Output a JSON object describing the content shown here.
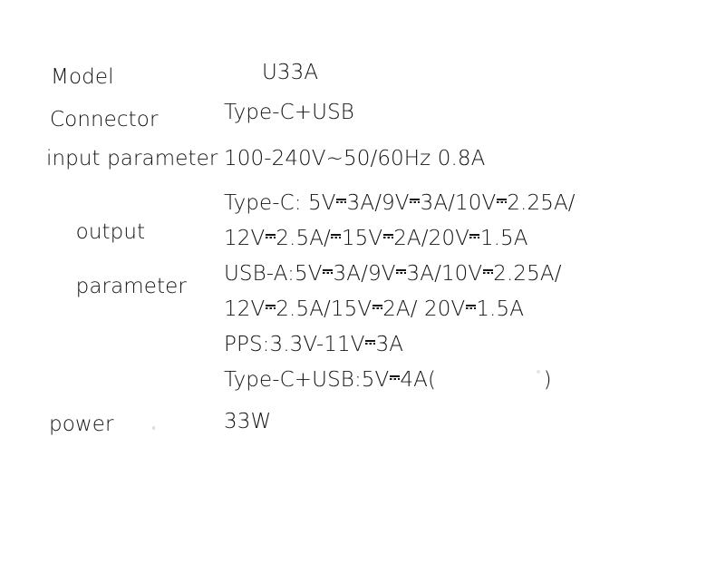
{
  "document": {
    "type": "product-specification-table",
    "background_color": "#ffffff",
    "text_color": "#141414"
  },
  "rows": [
    {
      "label": "Model",
      "value": "U33A"
    },
    {
      "label": "Connector",
      "value": "Type-C+USB"
    },
    {
      "label": "input parameter",
      "value": "100-240V~50/60Hz 0.8A"
    },
    {
      "label": "output parameter"
    },
    {
      "label": "power",
      "value": "33W"
    }
  ],
  "labels": {
    "model": "Model",
    "connector": "Connector",
    "input_parameter": "input parameter",
    "output_parameter_line1": "output",
    "output_parameter_line2": "parameter",
    "power": "power"
  },
  "values": {
    "model": "U33A",
    "connector": "Type-C+USB",
    "input_parameter": "100-240V~50/60Hz 0.8A",
    "power": "33W"
  },
  "output_parameter": {
    "full_text": "Type-C: 5V⎓3A/9V⎓3A/10V⎓2.25A/12V⎓2.5A/⎓15V⎓2A/20V⎓1.5A  USB-A:5V⎓3A/9V⎓3A/10V⎓2.25A/12V⎓2.5A/15V⎓2A/ 20V⎓1.5A  PPS:3.3V-11V⎓3A  Type-C+USB:5V⎓4A(   )",
    "lines": [
      {
        "id": "type-c-line-1",
        "segments": [
          "Type-C: 5V",
          "DC",
          "3A/9V",
          "DC",
          "3A/10V",
          "DC",
          "2.25A/"
        ]
      },
      {
        "id": "type-c-line-2",
        "segments": [
          "12V",
          "DC",
          "2.5A/",
          "DC",
          "15V",
          "DC",
          "2A/20V",
          "DC",
          "1.5A"
        ]
      },
      {
        "id": "usb-a-line-1",
        "segments": [
          "USB-A:5V",
          "DC",
          "3A/9V",
          "DC",
          "3A/10V",
          "DC",
          "2.25A/"
        ]
      },
      {
        "id": "usb-a-line-2",
        "segments": [
          "12V",
          "DC",
          "2.5A/15V",
          "DC",
          "2A/ 20V",
          "DC",
          "1.5A"
        ]
      },
      {
        "id": "pps-line",
        "segments": [
          "PPS:3.3V-11V",
          "DC",
          "3A"
        ]
      },
      {
        "id": "type-c-plus-usb-line",
        "segments": [
          "Type-C+USB:5V",
          "DC",
          "4A(",
          "",
          "                )"
        ]
      }
    ]
  },
  "symbols": {
    "dc": "⎓",
    "dc_name": "direct-current-symbol"
  }
}
